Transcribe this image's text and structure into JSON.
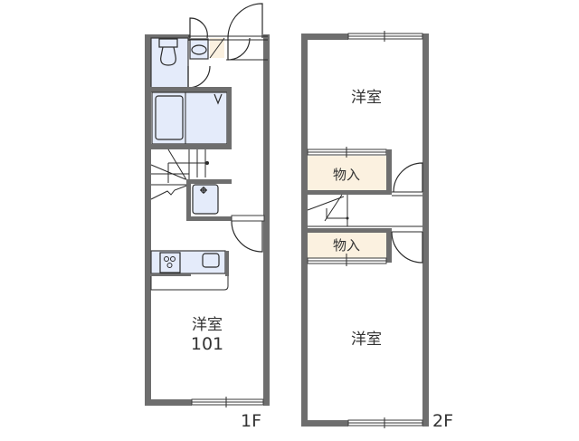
{
  "floor_plan": {
    "floors": [
      {
        "label": "1F",
        "rooms": [
          {
            "name": "洋室",
            "number": "101"
          }
        ],
        "fixtures": [
          "toilet",
          "washbasin",
          "bathtub",
          "washing-machine-pan",
          "staircase",
          "kitchen-stove",
          "kitchen-sink",
          "entrance-door"
        ]
      },
      {
        "label": "2F",
        "rooms": [
          {
            "name": "洋室"
          },
          {
            "name": "物入"
          },
          {
            "name": "物入"
          },
          {
            "name": "洋室"
          }
        ],
        "fixtures": [
          "staircase",
          "doors"
        ]
      }
    ],
    "colors": {
      "wall": "#6e6e6e",
      "wet_area": "#e4ebfa",
      "storage": "#fbf1e0",
      "line": "#2b2b2b"
    }
  }
}
